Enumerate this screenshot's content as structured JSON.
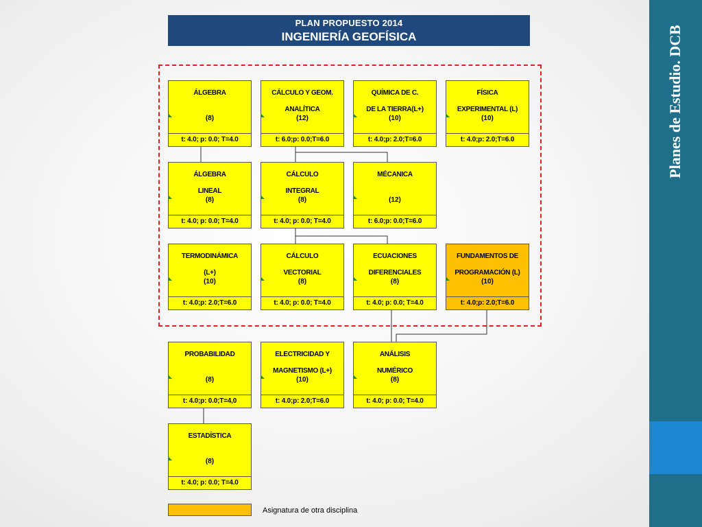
{
  "header": {
    "line1": "PLAN PROPUESTO 2014",
    "line2": "INGENIERÍA GEOFÍSICA"
  },
  "side_title": "Planes de Estudio. DCB",
  "legend": {
    "label": "Asignatura de otra disciplina"
  },
  "colors": {
    "box": "#ffff00",
    "other_discipline": "#ffc000",
    "header": "#1f497d",
    "dashed_border": "#e02020",
    "side": "#1f6f8b"
  },
  "courses": [
    {
      "name": "ÁLGEBRA",
      "credits": "(8)",
      "hours": "t: 4.0; p: 0.0; T=4.0"
    },
    {
      "name": "CÁLCULO Y GEOM.\nANALÍTICA",
      "credits": "(12)",
      "hours": "t: 6.0;p: 0.0;T=6.0"
    },
    {
      "name": "QUÍMICA DE C.\nDE LA TIERRA(L+)",
      "credits": "(10)",
      "hours": "t: 4.0;p: 2.0;T=6.0"
    },
    {
      "name": "FÍSICA\nEXPERIMENTAL (L)",
      "credits": "(10)",
      "hours": "t: 4.0;p: 2.0;T=6.0"
    },
    {
      "name": "ÁLGEBRA\nLINEAL",
      "credits": "(8)",
      "hours": "t: 4.0; p: 0.0; T=4.0"
    },
    {
      "name": "CÁLCULO\nINTEGRAL",
      "credits": "(8)",
      "hours": "t: 4.0; p: 0.0; T=4.0"
    },
    {
      "name": "MÉCANICA",
      "credits": "(12)",
      "hours": "t: 6.0;p: 0.0;T=6.0"
    },
    {
      "name": "TERMODINÁMICA\n(L+)",
      "credits": "(10)",
      "hours": "t: 4.0;p: 2.0;T=6.0"
    },
    {
      "name": "CÁLCULO\nVECTORIAL",
      "credits": "(8)",
      "hours": "t: 4.0; p: 0.0; T=4.0"
    },
    {
      "name": "ECUACIONES\nDIFERENCIALES",
      "credits": "(8)",
      "hours": "t: 4.0; p: 0.0; T=4.0"
    },
    {
      "name": "FUNDAMENTOS DE\nPROGRAMACIÓN (L)",
      "credits": "(10)",
      "hours": "t: 4.0;p: 2.0;T=6.0",
      "other": true
    },
    {
      "name": "PROBABILIDAD",
      "credits": "(8)",
      "hours": "t: 4.0;p: 0.0;T=4,0"
    },
    {
      "name": "ELECTRICIDAD Y\nMAGNETISMO (L+)",
      "credits": "(10)",
      "hours": "t: 4.0;p: 2.0;T=6.0"
    },
    {
      "name": "ANÁLISIS\nNUMÉRICO",
      "credits": "(8)",
      "hours": "t: 4.0; p: 0.0; T=4.0"
    },
    {
      "name": "ESTADÍSTICA",
      "credits": "(8)",
      "hours": "t: 4.0; p: 0.0; T=4.0"
    }
  ]
}
